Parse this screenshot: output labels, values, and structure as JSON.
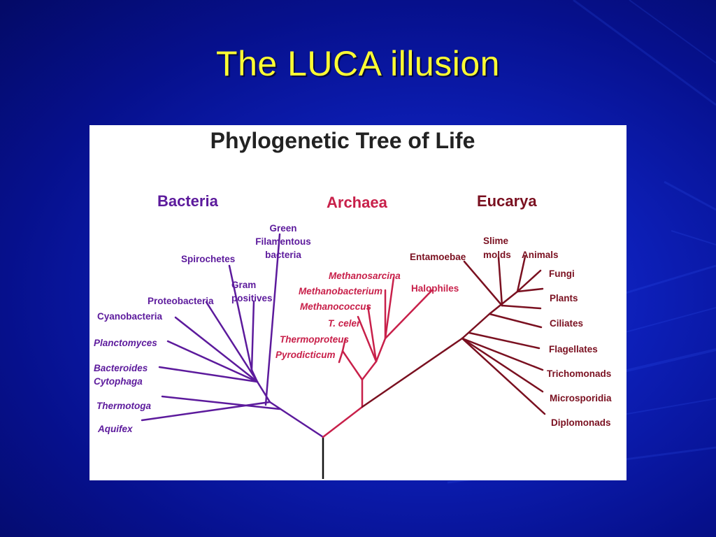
{
  "slide": {
    "title": "The LUCA illusion",
    "background": "#0d1fb8",
    "title_color": "#ffff33"
  },
  "figure": {
    "title": "Phylogenetic Tree of Life",
    "colors": {
      "bacteria": "#5c1a9c",
      "archaea": "#c8204a",
      "eucarya": "#7a1020",
      "root": "#111111"
    },
    "domains": {
      "bacteria": "Bacteria",
      "archaea": "Archaea",
      "eucarya": "Eucarya"
    },
    "bacteria": {
      "green_l1": "Green",
      "green_l2": "Filamentous",
      "green_l3": "bacteria",
      "spirochetes": "Spirochetes",
      "gram_l1": "Gram",
      "gram_l2": "positives",
      "proteobacteria": "Proteobacteria",
      "cyanobacteria": "Cyanobacteria",
      "planctomyces": "Planctomyces",
      "bacteroides_l1": "Bacteroides",
      "bacteroides_l2": "Cytophaga",
      "thermotoga": "Thermotoga",
      "aquifex": "Aquifex"
    },
    "archaea": {
      "methanosarcina": "Methanosarcina",
      "methanobacterium": "Methanobacterium",
      "halophiles": "Halophiles",
      "methanococcus": "Methanococcus",
      "t_celer": "T. celer",
      "thermoproteus": "Thermoproteus",
      "pyrodicticum": "Pyrodicticum"
    },
    "eucarya": {
      "slime_l1": "Slime",
      "slime_l2": "molds",
      "entamoebae": "Entamoebae",
      "animals": "Animals",
      "fungi": "Fungi",
      "plants": "Plants",
      "ciliates": "Ciliates",
      "flagellates": "Flagellates",
      "trichomonads": "Trichomonads",
      "microsporidia": "Microsporidia",
      "diplomonads": "Diplomonads"
    }
  }
}
